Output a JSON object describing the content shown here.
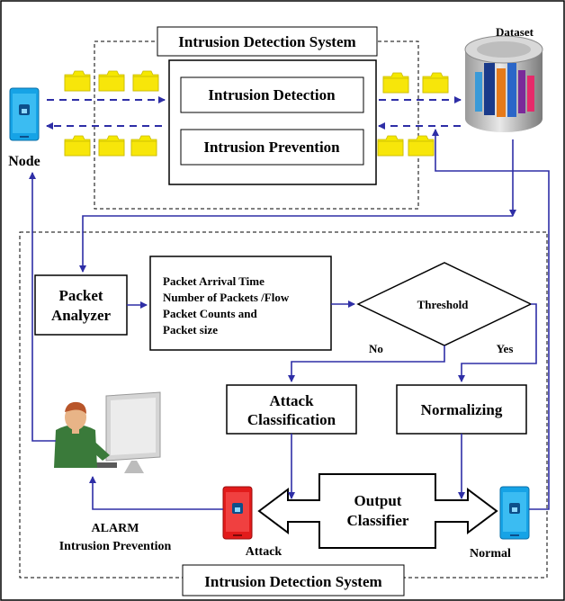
{
  "ids_top_title": "Intrusion Detection System",
  "ids_bottom_title": "Intrusion Detection System",
  "intrusion_detection": "Intrusion Detection",
  "intrusion_prevention": "Intrusion Prevention",
  "node_label": "Node",
  "dataset_label": "Dataset",
  "packet_analyzer": [
    "Packet",
    "Analyzer"
  ],
  "features": [
    "Packet Arrival Time",
    "Number of Packets /Flow",
    "Packet Counts and",
    "Packet size"
  ],
  "threshold": "Threshold",
  "no_label": "No",
  "yes_label": "Yes",
  "attack_classification": [
    "Attack",
    "Classification"
  ],
  "normalizing": "Normalizing",
  "output_classifier": [
    "Output",
    "Classifier"
  ],
  "attack_label": "Attack",
  "normal_label": "Normal",
  "alarm": [
    "ALARM",
    "Intrusion Prevention"
  ],
  "colors": {
    "arrow": "#2e2ea6",
    "folder": "#f5e800",
    "phone_blue": "#16a3e6",
    "phone_red": "#e21b1b"
  }
}
